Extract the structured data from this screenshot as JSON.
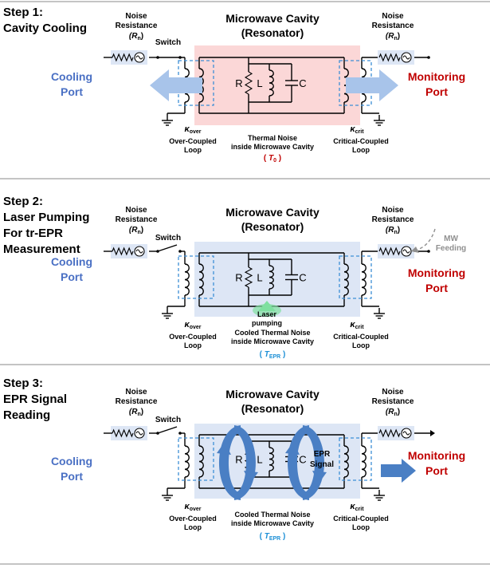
{
  "steps": [
    {
      "heading": [
        "Step 1:",
        "Cavity Cooling"
      ],
      "cavity_title": [
        "Microwave Cavity",
        "(Resonator)"
      ],
      "cavity_fill": "#fbd7d7",
      "noise_left": [
        "Noise",
        "Resistance",
        "(R",
        "n",
        ")"
      ],
      "noise_right": [
        "Noise",
        "Resistance",
        "(R",
        "n",
        ")"
      ],
      "switch_label": "Switch",
      "left_port": [
        "Cooling",
        "Port"
      ],
      "right_port": [
        "Monitoring",
        "Port"
      ],
      "kappa_left": [
        "κ",
        "over"
      ],
      "kappa_right": [
        "κ",
        "crit"
      ],
      "loop_left": [
        "Over-Coupled",
        "Loop"
      ],
      "loop_right": [
        "Critical-Coupled",
        "Loop"
      ],
      "center_caption": [
        "Thermal Noise",
        "inside Microwave Cavity"
      ],
      "temp": [
        "T",
        "0"
      ],
      "temp_color": "#c00000",
      "rlc": {
        "r": "R",
        "l": "L",
        "c": "C"
      }
    },
    {
      "heading": [
        "Step 2:",
        "Laser Pumping",
        "For tr-EPR",
        "Measurement"
      ],
      "cavity_title": [
        "Microwave Cavity",
        "(Resonator)"
      ],
      "cavity_fill": "#dde6f5",
      "noise_left": [
        "Noise",
        "Resistance",
        "(R",
        "n",
        ")"
      ],
      "noise_right": [
        "Noise",
        "Resistance",
        "(R",
        "n",
        ")"
      ],
      "switch_label": "Switch",
      "left_port": [
        "Cooling",
        "Port"
      ],
      "right_port": [
        "Monitoring",
        "Port"
      ],
      "mw_feeding": [
        "MW",
        "Feeding"
      ],
      "laser_label": [
        "Laser",
        "pumping"
      ],
      "kappa_left": [
        "κ",
        "over"
      ],
      "kappa_right": [
        "κ",
        "crit"
      ],
      "loop_left": [
        "Over-Coupled",
        "Loop"
      ],
      "loop_right": [
        "Critical-Coupled",
        "Loop"
      ],
      "center_caption": [
        "Cooled Thermal Noise",
        "inside Microwave Cavity"
      ],
      "temp": [
        "T",
        "EPR"
      ],
      "temp_color": "#1e90d6",
      "rlc": {
        "r": "R",
        "l": "L",
        "c": "C"
      }
    },
    {
      "heading": [
        "Step 3:",
        "EPR Signal",
        "Reading"
      ],
      "cavity_title": [
        "Microwave Cavity",
        "(Resonator)"
      ],
      "cavity_fill": "#dde6f5",
      "noise_left": [
        "Noise",
        "Resistance",
        "(R",
        "n",
        ")"
      ],
      "noise_right": [
        "Noise",
        "Resistance",
        "(R",
        "n",
        ")"
      ],
      "switch_label": "Switch",
      "left_port": [
        "Cooling",
        "Port"
      ],
      "right_port": [
        "Monitoring",
        "Port"
      ],
      "epr_signal": [
        "EPR",
        "Signal"
      ],
      "kappa_left": [
        "κ",
        "over"
      ],
      "kappa_right": [
        "κ",
        "crit"
      ],
      "loop_left": [
        "Over-Coupled",
        "Loop"
      ],
      "loop_right": [
        "Critical-Coupled",
        "Loop"
      ],
      "center_caption": [
        "Cooled Thermal Noise",
        "inside Microwave Cavity"
      ],
      "temp": [
        "T",
        "EPR"
      ],
      "temp_color": "#1e90d6",
      "rlc": {
        "r": "R",
        "l": "L",
        "c": "C"
      }
    }
  ],
  "colors": {
    "cooling_port": "#4a70c4",
    "monitoring_port": "#c00000",
    "arrow_blue": "#4a7fc4",
    "arrow_light": "#a8c4ea",
    "dashed_box": "#3d8fd6",
    "laser_green": "#7fe0a0",
    "wire": "#000000",
    "divider": "#888888",
    "grey_text": "#909090"
  }
}
